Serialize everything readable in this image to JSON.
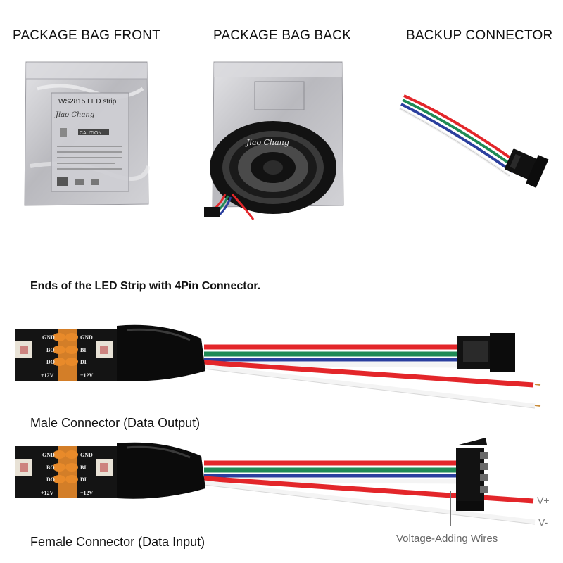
{
  "panels": {
    "bag_front": {
      "title": "PACKAGE BAG FRONT",
      "label_product": "WS2815 LED strip",
      "label_brand": "Jiao Chang",
      "label_caution": "CAUTION"
    },
    "bag_back": {
      "title": "PACKAGE BAG BACK",
      "reel_brand": "Jiao Chang"
    },
    "backup_connector": {
      "title": "BACKUP CONNECTOR"
    }
  },
  "section_heading": "Ends of the LED Strip with 4Pin Connector.",
  "pad_labels": {
    "gnd": "GND",
    "bo": "BO",
    "bi": "BI",
    "do": "DO",
    "di": "DI",
    "v12": "+12V"
  },
  "male": {
    "caption": "Male Connector (Data Output)"
  },
  "female": {
    "caption": "Female Connector (Data Input)"
  },
  "wire_labels": {
    "v_plus": "V+",
    "v_minus": "V-",
    "voltage_adding": "Voltage-Adding Wires"
  },
  "colors": {
    "wire_red": "#e3262a",
    "wire_green": "#1f8a55",
    "wire_blue": "#2b3f9e",
    "wire_white": "#f4f4f4",
    "pcb": "#141414",
    "pad": "#e88a2a",
    "heatshrink": "#0b0b0b",
    "bag": "#bfbfc3"
  }
}
